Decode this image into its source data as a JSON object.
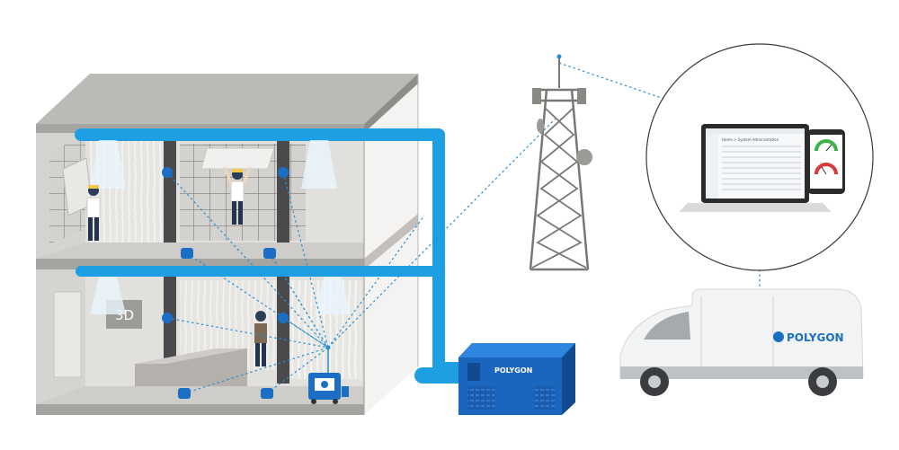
{
  "building": {
    "room_sign": "3D"
  },
  "equipment": {
    "drying_unit_brand": "POLYGON"
  },
  "vehicle": {
    "brand": "POLYGON"
  },
  "monitoring": {
    "screen_header": "Home > System Administration"
  },
  "colors": {
    "brand_blue": "#1a6fc4",
    "duct_blue": "#1e9fe4",
    "link_blue": "#2a8fd0",
    "gauge_green": "#3cb44a",
    "gauge_red": "#d93a3a",
    "wall_gray": "#c8c6c2",
    "floor_gray": "#b5b3af"
  }
}
